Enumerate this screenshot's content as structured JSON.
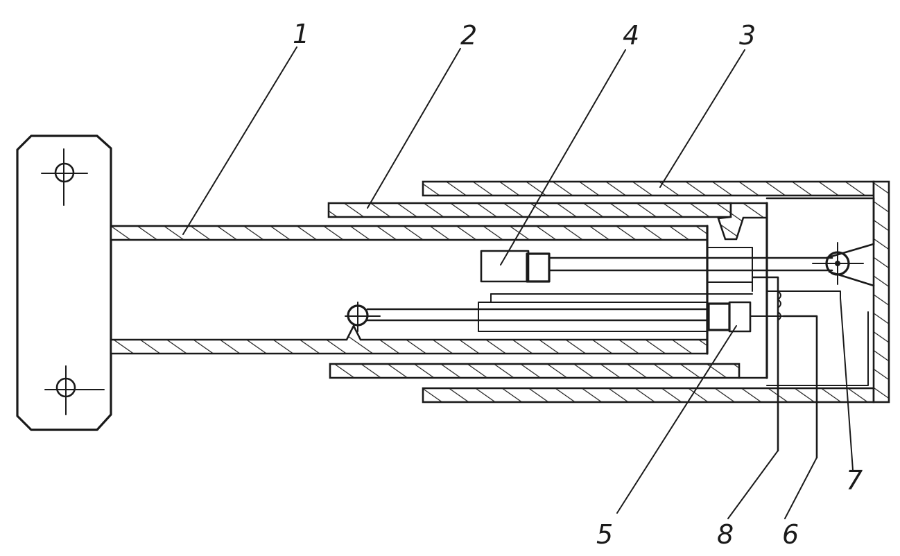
{
  "labels": {
    "part_1": "1",
    "part_2": "2",
    "part_3": "3",
    "part_4": "4",
    "part_5": "5",
    "part_6": "6",
    "part_7": "7",
    "part_8": "8"
  },
  "colors": {
    "ink": "#1a1a1a",
    "paper": "#ffffff"
  }
}
